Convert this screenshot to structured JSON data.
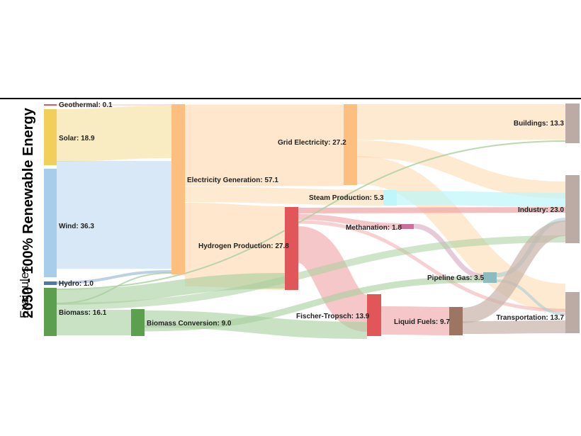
{
  "title": "2050 - 100% Renewable Energy",
  "unit": "Exajoules",
  "nodes": {
    "geothermal": {
      "label": "Geothermal: 0.1",
      "value": 0.1,
      "color": "#e45756"
    },
    "solar": {
      "label": "Solar: 18.9",
      "value": 18.9,
      "color": "#f2cf5b"
    },
    "wind": {
      "label": "Wind: 36.3",
      "value": 36.3,
      "color": "#a8cdea"
    },
    "hydro": {
      "label": "Hydro: 1.0",
      "value": 1.0,
      "color": "#4e79a7"
    },
    "biomass": {
      "label": "Biomass: 16.1",
      "value": 16.1,
      "color": "#5ca04f"
    },
    "biomass_conversion": {
      "label": "Biomass Conversion: 9.0",
      "value": 9.0,
      "color": "#5ca04f"
    },
    "electricity_generation": {
      "label": "Electricity Generation: 57.1",
      "value": 57.1,
      "color": "#fdbf7f"
    },
    "grid_electricity": {
      "label": "Grid Electricity: 27.2",
      "value": 27.2,
      "color": "#fdbf7f"
    },
    "steam_production": {
      "label": "Steam Production: 5.3",
      "value": 5.3,
      "color": "#bdf7fb"
    },
    "hydrogen_production": {
      "label": "Hydrogen Production: 27.8",
      "value": 27.8,
      "color": "#e15759"
    },
    "methanation": {
      "label": "Methanation: 1.8",
      "value": 1.8,
      "color": "#c9709b"
    },
    "fischer_tropsch": {
      "label": "Fischer-Tropsch: 13.9",
      "value": 13.9,
      "color": "#e15759"
    },
    "pipeline_gas": {
      "label": "Pipeline Gas: 3.5",
      "value": 3.5,
      "color": "#8cbcbf"
    },
    "liquid_fuels": {
      "label": "Liquid Fuels: 9.7",
      "value": 9.7,
      "color": "#9c7563"
    },
    "buildings": {
      "label": "Buildings: 13.3",
      "value": 13.3,
      "color": "#bcaaa4"
    },
    "industry": {
      "label": "Industry: 23.0",
      "value": 23.0,
      "color": "#bcaaa4"
    },
    "transportation": {
      "label": "Transportation: 13.7",
      "value": 13.7,
      "color": "#bcaaa4"
    }
  }
}
